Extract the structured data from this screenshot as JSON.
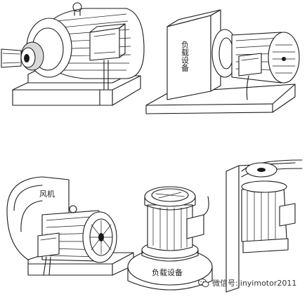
{
  "panels": [
    {
      "id": "coupling-drive",
      "label": ""
    },
    {
      "id": "load-equipment-top",
      "label": "负载设备"
    },
    {
      "id": "fan",
      "label": "风机"
    },
    {
      "id": "load-equipment-bottom",
      "label": "负载设备"
    },
    {
      "id": "belt-drive",
      "label": ""
    }
  ],
  "watermark": {
    "text": "微信号:jinyimotor2011",
    "icon": "wechat-icon"
  },
  "colors": {
    "ink": "#1a1a1a",
    "background": "#ffffff"
  }
}
